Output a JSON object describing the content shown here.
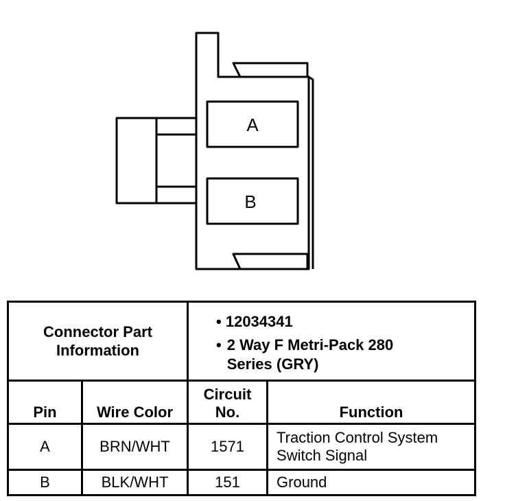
{
  "connector": {
    "cavities": [
      "A",
      "B"
    ]
  },
  "table": {
    "connector_part_label": "Connector Part Information",
    "part_info": [
      "12034341",
      "2 Way F Metri-Pack 280 Series (GRY)"
    ],
    "headers": {
      "pin": "Pin",
      "wire_color": "Wire Color",
      "circuit": "Circuit No.",
      "function": "Function"
    },
    "rows": [
      {
        "pin": "A",
        "wire_color": "BRN/WHT",
        "circuit": "1571",
        "function": "Traction Control System Switch Signal"
      },
      {
        "pin": "B",
        "wire_color": "BLK/WHT",
        "circuit": "151",
        "function": "Ground"
      }
    ]
  }
}
